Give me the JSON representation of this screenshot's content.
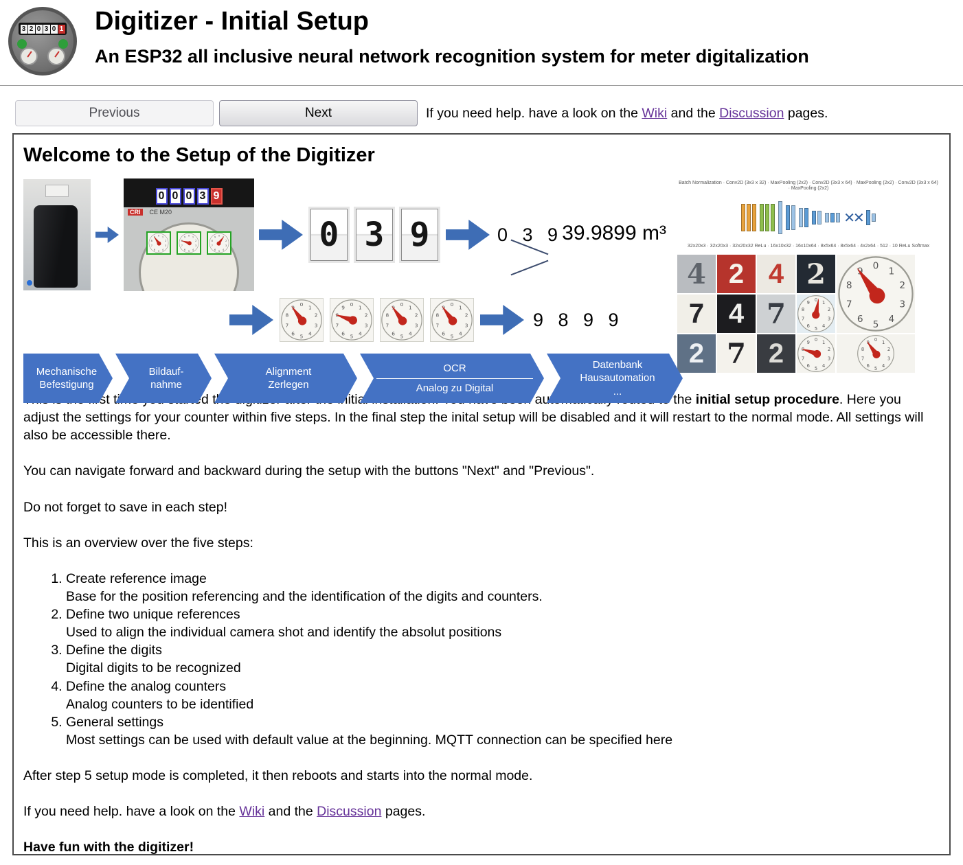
{
  "colors": {
    "accent_blue": "#3e6db5",
    "chevron_blue": "#4472c4",
    "link_purple": "#663399",
    "needle_red": "#c2261c"
  },
  "header": {
    "title": "Digitizer - Initial Setup",
    "subtitle": "An ESP32 all inclusive neural network recognition system for meter digitalization"
  },
  "logo": {
    "digits": [
      "3",
      "2",
      "0",
      "3",
      "0",
      "1"
    ]
  },
  "toolbar": {
    "previous_label": "Previous",
    "next_label": "Next"
  },
  "help": {
    "before": "If you need help. have a look on the ",
    "wiki": "Wiki",
    "middle": " and the ",
    "discussion": "Discussion",
    "after": " pages."
  },
  "main": {
    "welcome_title": "Welcome to the Setup of the Digitizer",
    "pipeline": {
      "meter": {
        "counter_digits": [
          "0",
          "0",
          "0",
          "3",
          "9"
        ],
        "badge": "CRI",
        "ce_label": "CE M20"
      },
      "digit_crops": [
        "0",
        "3",
        "9"
      ],
      "digits_top": "0 3 9",
      "digits_bottom": "9 8 9 9",
      "result_value": "39.9899 m³",
      "flow_steps": [
        {
          "line1": "Mechanische",
          "line2": "Befestigung"
        },
        {
          "line1": "Bildauf-",
          "line2": "nahme"
        },
        {
          "line1": "Alignment",
          "line2": "Zerlegen"
        },
        {
          "line1": "OCR",
          "line2": "Analog zu Digital"
        },
        {
          "line1": "Datenbank",
          "line2": "Hausautomation",
          "line3": "..."
        }
      ],
      "nn": {
        "top_labels": "Batch Normalization · Conv2D (3x3 x 32) · MaxPooling (2x2) · Conv2D (3x3 x 64) · MaxPooling (2x2) · Conv2D (3x3 x 64) · MaxPooling (2x2)",
        "bottom_labels": "32x20x3 · 32x20x3 · 32x20x32 ReLu · 16x10x32 · 16x10x64 · 8x5x64 · 8x5x64 · 4x2x64 · 512 · 10 ReLu Softmax"
      },
      "mosaic_digits": [
        "4",
        "2",
        "4",
        "2",
        "7",
        "4",
        "7",
        "2",
        "7",
        "2"
      ]
    },
    "intro": {
      "before_bold": "This is the first time you started the digitizer after the initial installation. You have been automatically routed to the ",
      "bold": "initial setup procedure",
      "after_bold": ". Here you adjust the settings for your counter within five steps. In the final step the inital setup will be disabled and it will restart to the normal mode. All settings will also be accessible there."
    },
    "p_navigate": "You can navigate forward and backward during the setup with the buttons \"Next\" and \"Previous\".",
    "p_save": "Do not forget to save in each step!",
    "p_overview": "This is an overview over the five steps:",
    "steps": [
      {
        "title": "Create reference image",
        "desc": "Base for the position referencing and the identification of the digits and counters."
      },
      {
        "title": "Define two unique references",
        "desc": "Used to align the individual camera shot and identify the absolut positions"
      },
      {
        "title": "Define the digits",
        "desc": "Digital digits to be recognized"
      },
      {
        "title": "Define the analog counters",
        "desc": "Analog counters to be identified"
      },
      {
        "title": "General settings",
        "desc": "Most settings can be used with default value at the beginning. MQTT connection can be specified here"
      }
    ],
    "p_after": "After step 5 setup mode is completed, it then reboots and starts into the normal mode.",
    "p_fun": "Have fun with the digitizer!"
  }
}
